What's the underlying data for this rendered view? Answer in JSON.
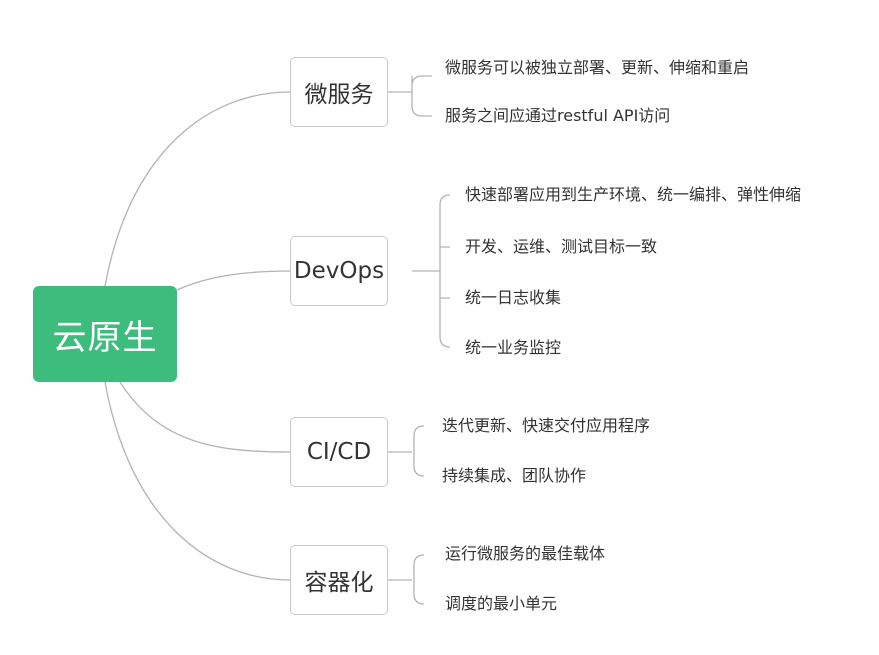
{
  "root": {
    "label": "云原生"
  },
  "branches": [
    {
      "label": "微服务",
      "items": [
        "微服务可以被独立部署、更新、伸缩和重启",
        "服务之间应通过restful API访问"
      ]
    },
    {
      "label": "DevOps",
      "items": [
        "快速部署应用到生产环境、统一编排、弹性伸缩",
        "开发、运维、测试目标一致",
        "统一日志收集",
        "统一业务监控"
      ]
    },
    {
      "label": "CI/CD",
      "items": [
        "迭代更新、快速交付应用程序",
        "持续集成、团队协作"
      ]
    },
    {
      "label": "容器化",
      "items": [
        "运行微服务的最佳载体",
        "调度的最小单元"
      ]
    }
  ],
  "colors": {
    "root": "#3dbd7d",
    "line": "#b3b3b3",
    "border": "#c9c9c9",
    "text": "#333333"
  }
}
